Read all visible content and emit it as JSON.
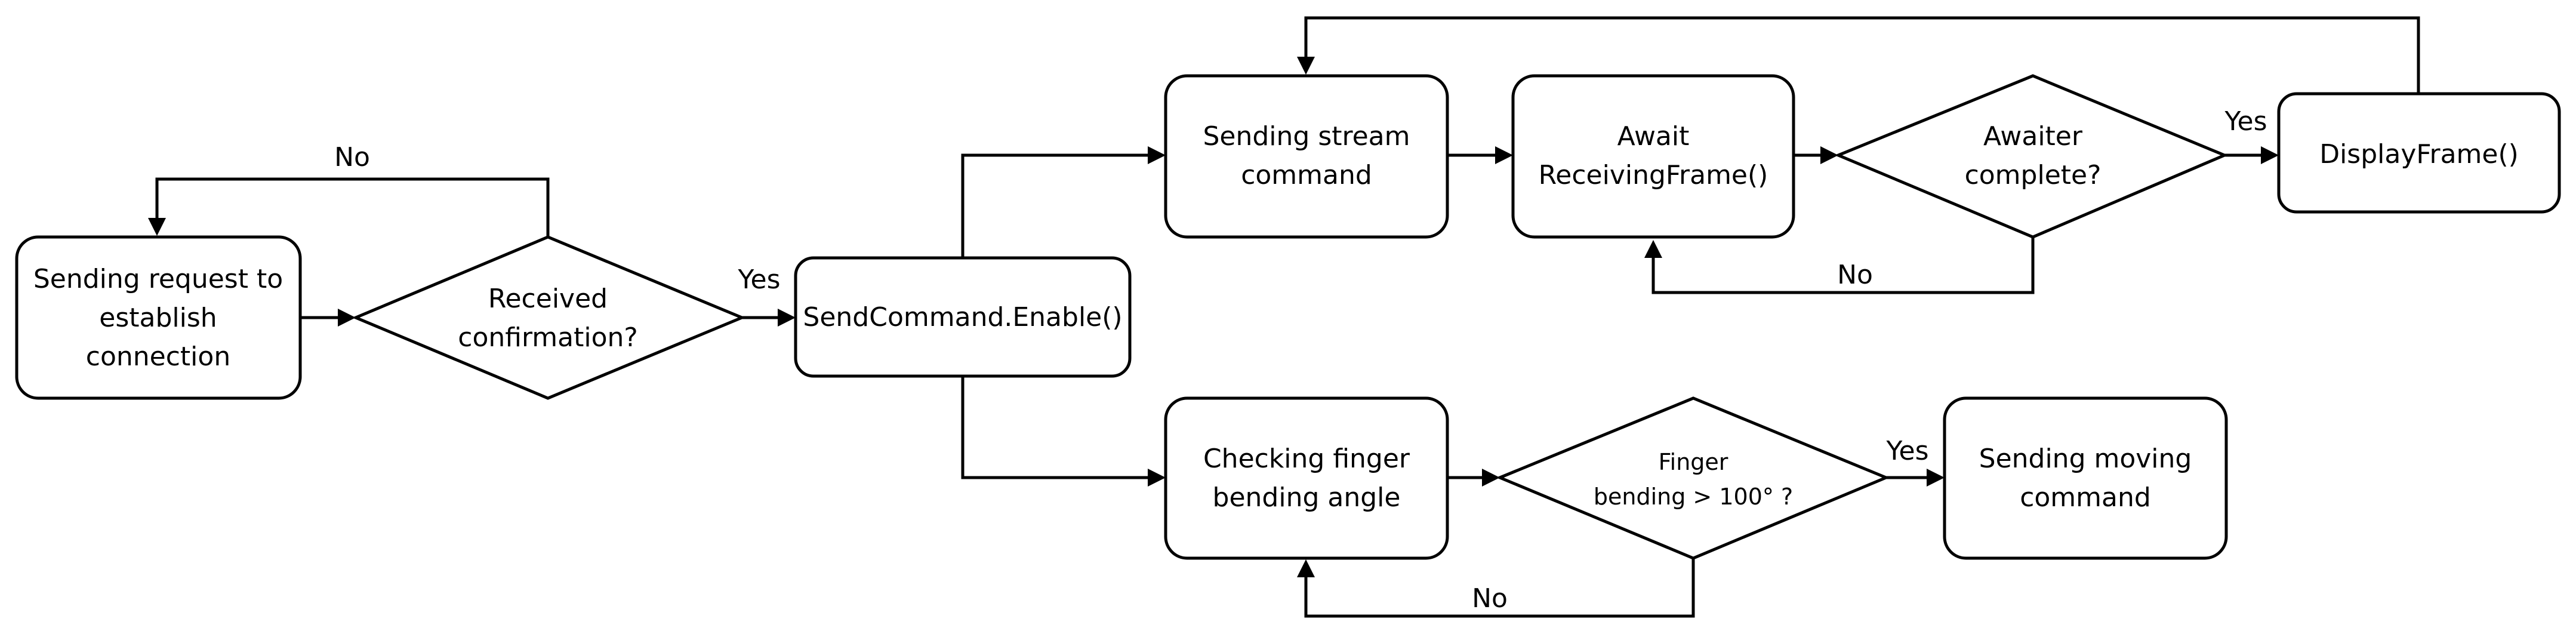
{
  "nodes": {
    "request": {
      "lines": [
        "Sending request to",
        "establish",
        "connection"
      ]
    },
    "confirmation": {
      "lines": [
        "Received",
        "confirmation?"
      ]
    },
    "enable": {
      "lines": [
        "SendCommand.Enable()"
      ]
    },
    "stream": {
      "lines": [
        "Sending stream",
        "command"
      ]
    },
    "await": {
      "lines": [
        "Await",
        "ReceivingFrame()"
      ]
    },
    "awaiter": {
      "lines": [
        "Awaiter",
        "complete?"
      ]
    },
    "display": {
      "lines": [
        "DisplayFrame()"
      ]
    },
    "finger": {
      "lines": [
        "Checking finger",
        "bending angle"
      ]
    },
    "bending": {
      "lines": [
        "Finger",
        "bending > 100° ?"
      ]
    },
    "moving": {
      "lines": [
        "Sending moving",
        "command"
      ]
    }
  },
  "edge_labels": {
    "confirm_no": "No",
    "confirm_yes": "Yes",
    "awaiter_yes": "Yes",
    "awaiter_no": "No",
    "bending_yes": "Yes",
    "bending_no": "No"
  }
}
